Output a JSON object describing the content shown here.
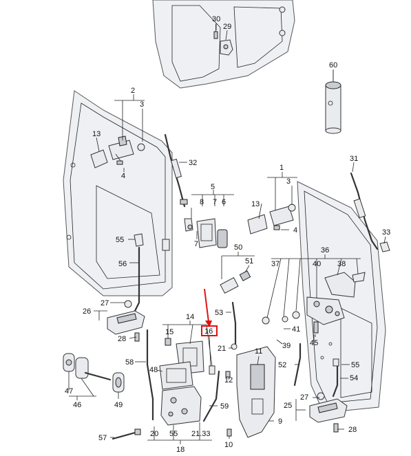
{
  "labels": {
    "l1": "1",
    "l2": "2",
    "l3a": "3",
    "l3b": "3",
    "l4a": "4",
    "l4b": "4",
    "l5": "5",
    "l6": "6",
    "l7a": "7",
    "l7b": "7",
    "l8": "8",
    "l9": "9",
    "l10": "10",
    "l11": "11",
    "l12": "12",
    "l13a": "13",
    "l13b": "13",
    "l14": "14",
    "l15": "15",
    "l16": "16",
    "l18": "18",
    "l20": "20",
    "l21": "21",
    "l2133": "21.33",
    "l25": "25",
    "l26": "26",
    "l27a": "27",
    "l27b": "27",
    "l28a": "28",
    "l28b": "28",
    "l29": "29",
    "l30": "30",
    "l31": "31",
    "l32": "32",
    "l33": "33",
    "l36": "36",
    "l37": "37",
    "l38": "38",
    "l39": "39",
    "l40": "40",
    "l41": "41",
    "l45": "45",
    "l46": "46",
    "l47": "47",
    "l48": "48",
    "l49": "49",
    "l50": "50",
    "l51": "51",
    "l52": "52",
    "l53": "53",
    "l54": "54",
    "l55a": "55",
    "l55b": "55",
    "l55c": "55",
    "l56": "56",
    "l57": "57",
    "l58": "58",
    "l59": "59",
    "l60": "60"
  },
  "highlight": {
    "label": "16",
    "color": "#e01010"
  }
}
